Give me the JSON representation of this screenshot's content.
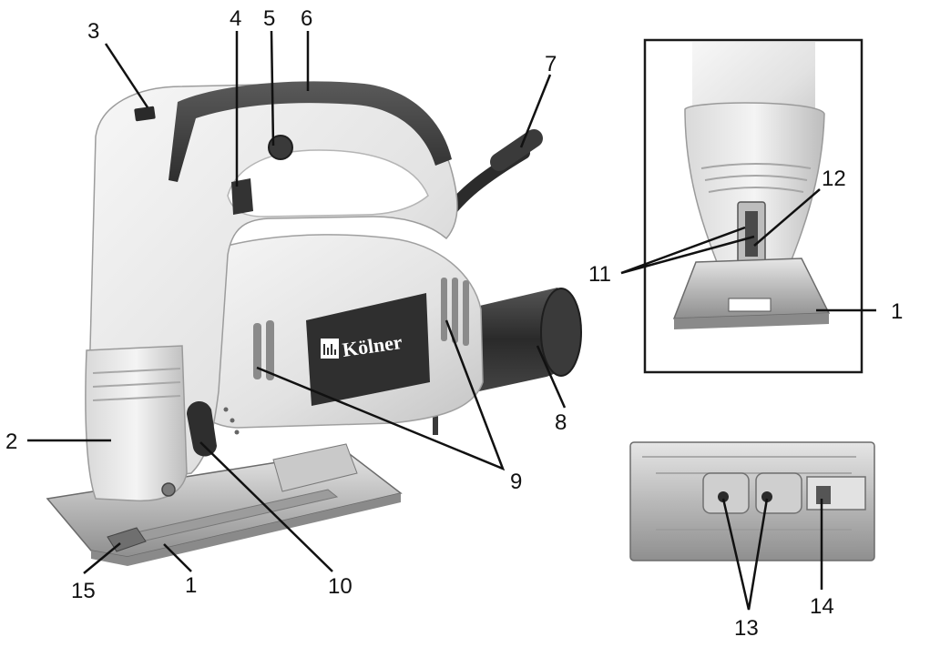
{
  "figure": {
    "brand_text": "Kölner",
    "callouts": {
      "c1": "1",
      "c2": "2",
      "c3": "3",
      "c4": "4",
      "c5": "5",
      "c6": "6",
      "c7": "7",
      "c8": "8",
      "c9": "9",
      "c10": "10",
      "c11": "11",
      "c12": "12",
      "c13": "13",
      "c14": "14",
      "c15": "15",
      "c1b": "1"
    }
  }
}
